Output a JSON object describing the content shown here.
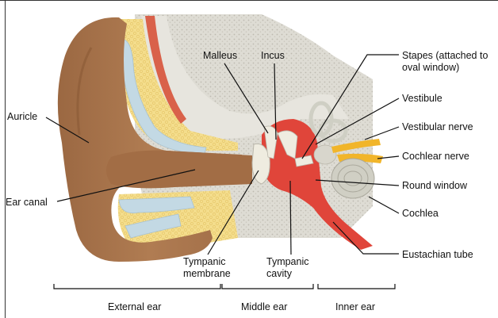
{
  "labels": {
    "auricle": "Auricle",
    "ear_canal": "Ear canal",
    "malleus": "Malleus",
    "incus": "Incus",
    "stapes_line1": "Stapes (attached to",
    "stapes_line2": "oval window)",
    "vestibule": "Vestibule",
    "vestibular_nerve": "Vestibular nerve",
    "cochlear_nerve": "Cochlear nerve",
    "round_window": "Round window",
    "cochlea": "Cochlea",
    "eustachian_tube": "Eustachian tube",
    "tympanic_membrane_line1": "Tympanic",
    "tympanic_membrane_line2": "membrane",
    "tympanic_cavity_line1": "Tympanic",
    "tympanic_cavity_line2": "cavity"
  },
  "regions": {
    "external_ear": "External ear",
    "middle_ear": "Middle ear",
    "inner_ear": "Inner ear"
  },
  "colors": {
    "skin": "#a9744a",
    "skin_dark": "#8a5a35",
    "bone": "#d9d7cf",
    "fat": "#f3dc86",
    "cartilage": "#c6dce6",
    "muscle": "#d9614a",
    "middle_ear_red": "#e0453a",
    "nerve": "#f1b52a",
    "cochlea": "#cfcfc4"
  }
}
